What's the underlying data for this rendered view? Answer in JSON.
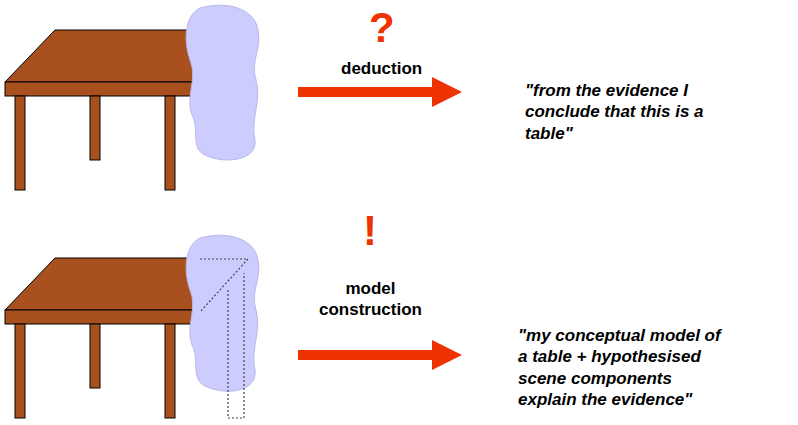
{
  "diagram": {
    "labels": [
      "?",
      "deduction",
      "\"from the evidence I conclude that this is a table\"",
      "!",
      "model construction",
      "\"my conceptual model of a table + hypothesised scene components explain the evidence\""
    ]
  }
}
